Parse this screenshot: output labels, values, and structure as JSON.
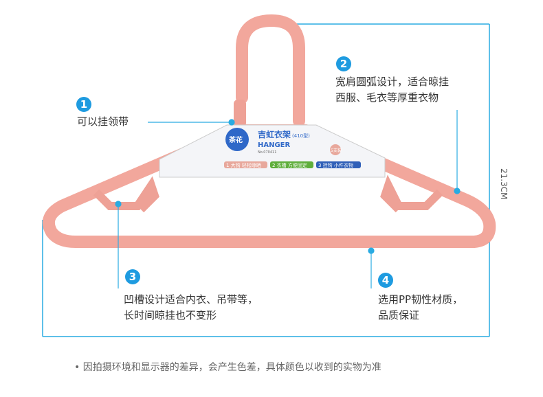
{
  "callouts": [
    {
      "num": "1",
      "lines": [
        "可以挂领带"
      ]
    },
    {
      "num": "2",
      "lines": [
        "宽肩圆弧设计，适合晾挂",
        "西服、毛衣等厚重衣物"
      ]
    },
    {
      "num": "3",
      "lines": [
        "凹槽设计适合内衣、吊带等，",
        "长时间晾挂也不变形"
      ]
    },
    {
      "num": "4",
      "lines": [
        "选用PP韧性材质，",
        "品质保证"
      ]
    }
  ],
  "dimension": "21.3CM",
  "footer": "• 因拍摄环境和显示器的差异，会产生色差，具体颜色以收到的实物为准",
  "tag": {
    "brand": "茶花",
    "title": "吉虹衣架",
    "model": "(410型)",
    "subtitle": "HANGER",
    "code": "No.070411",
    "count": "5支装",
    "feature1": "1 大钩 轻松晾晒",
    "feature2": "2 衣槽 方便固定",
    "feature3": "3 挂钩 小件衣物"
  },
  "colors": {
    "accent": "#1e9be0",
    "hanger": "#f2a79c"
  }
}
